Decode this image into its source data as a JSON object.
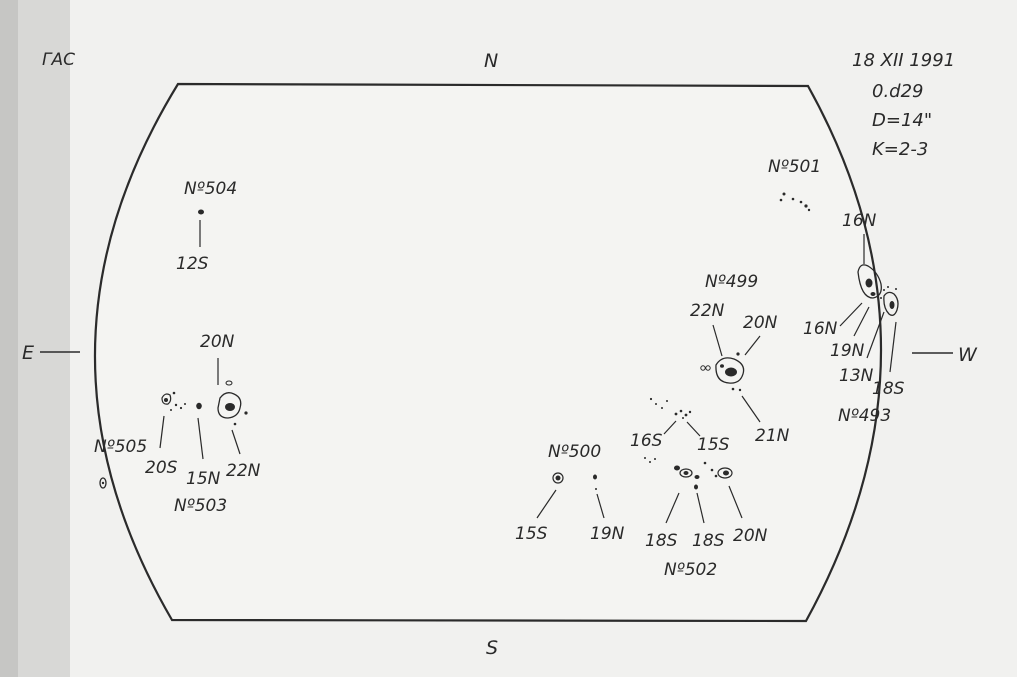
{
  "header": {
    "observatory": "ГАС",
    "date": "18 XII 1991",
    "time": "0.d29",
    "diameter": "D=14\"",
    "quality": "K=2-3"
  },
  "compass": {
    "north": "N",
    "south": "S",
    "east": "E",
    "west": "W"
  },
  "groups": [
    {
      "id": "Nº504",
      "labels": [
        "12S"
      ]
    },
    {
      "id": "Nº505",
      "labels": []
    },
    {
      "id": "Nº503",
      "labels": [
        "20N",
        "20S",
        "15N",
        "22N"
      ]
    },
    {
      "id": "Nº500",
      "labels": [
        "15S",
        "19N"
      ]
    },
    {
      "id": "Nº502",
      "labels": [
        "16S",
        "15S",
        "18S",
        "18S",
        "20N"
      ]
    },
    {
      "id": "Nº499",
      "labels": [
        "22N",
        "20N",
        "21N"
      ]
    },
    {
      "id": "Nº501",
      "labels": []
    },
    {
      "id": "Nº493",
      "labels": [
        "16N",
        "16N",
        "19N",
        "13N",
        "18S"
      ]
    }
  ],
  "colors": {
    "ink": "#2a2a2a",
    "paper": "#f1f1ef",
    "shadow": "#9a9a98"
  }
}
